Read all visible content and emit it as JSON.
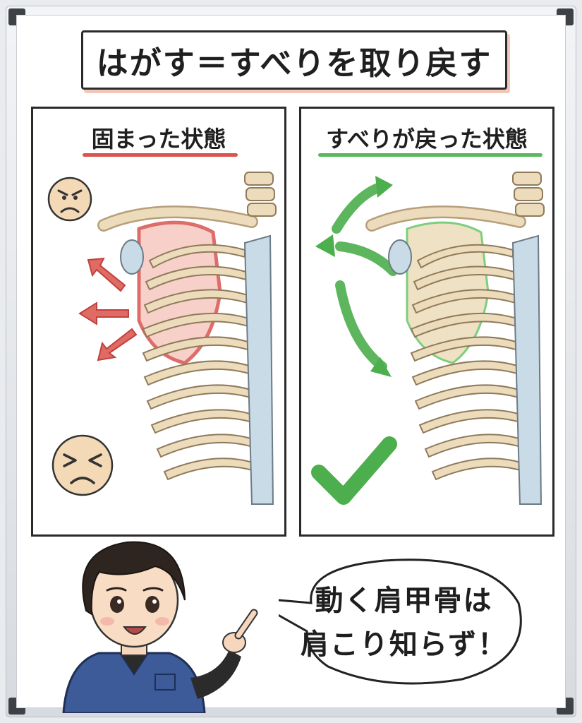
{
  "title": "はがす＝すべりを取り戻す",
  "panels": {
    "left": {
      "heading": "固まった状態"
    },
    "right": {
      "heading": "すべりが戻った状態"
    }
  },
  "speech": {
    "line1": "動く肩甲骨は",
    "line2": "肩こり知らず！"
  },
  "colors": {
    "stuck_red": "#d9534f",
    "slide_green": "#5cb85c",
    "bone": "#ecdcbc",
    "cartilage": "#c9dbe6",
    "scrubs": "#3d5a99"
  },
  "icons": {
    "frown_face": "angry-face-icon",
    "grimace_face": "frustrated-face-icon",
    "check": "check-mark-icon",
    "arrows_out": "outward-arrow-icon",
    "arrows_cycle": "circular-arrow-icon"
  }
}
